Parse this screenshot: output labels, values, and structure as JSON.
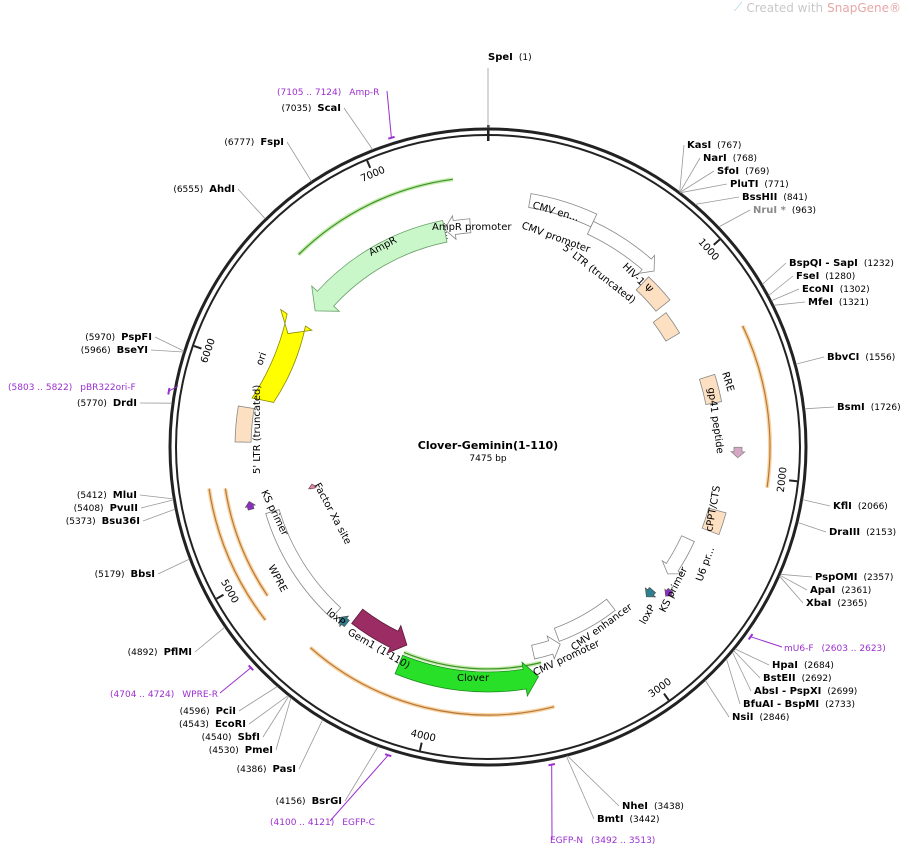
{
  "watermark": {
    "prefix": "Created with ",
    "brand": "SnapGene®"
  },
  "plasmid": {
    "name": "Clover-Geminin(1-110)",
    "length_label": "7475 bp",
    "length": 7475
  },
  "colors": {
    "primer": "#9b2fd0",
    "orange_glow": "#f5c98a",
    "green_glow": "#c8eeb0"
  },
  "ticks": [
    {
      "pos": 1000,
      "label": "1000"
    },
    {
      "pos": 2000,
      "label": "2000"
    },
    {
      "pos": 3000,
      "label": "3000"
    },
    {
      "pos": 4000,
      "label": "4000"
    },
    {
      "pos": 5000,
      "label": "5000"
    },
    {
      "pos": 6000,
      "label": "6000"
    },
    {
      "pos": 7000,
      "label": "7000"
    }
  ],
  "sites": [
    {
      "name": "SpeI",
      "pos_label": "(1)",
      "bp": 1
    },
    {
      "name": "KasI",
      "pos_label": "(767)",
      "bp": 767
    },
    {
      "name": "NarI",
      "pos_label": "(768)",
      "bp": 768
    },
    {
      "name": "SfoI",
      "pos_label": "(769)",
      "bp": 769
    },
    {
      "name": "PluTI",
      "pos_label": "(771)",
      "bp": 771
    },
    {
      "name": "BssHII",
      "pos_label": "(841)",
      "bp": 841
    },
    {
      "name": "NruI *",
      "pos_label": "(963)",
      "bp": 963,
      "style": "gray"
    },
    {
      "name": "BspQI - SapI",
      "pos_label": "(1232)",
      "bp": 1232
    },
    {
      "name": "FseI",
      "pos_label": "(1280)",
      "bp": 1280
    },
    {
      "name": "EcoNI",
      "pos_label": "(1302)",
      "bp": 1302
    },
    {
      "name": "MfeI",
      "pos_label": "(1321)",
      "bp": 1321
    },
    {
      "name": "BbvCI",
      "pos_label": "(1556)",
      "bp": 1556
    },
    {
      "name": "BsmI",
      "pos_label": "(1726)",
      "bp": 1726
    },
    {
      "name": "KflI",
      "pos_label": "(2066)",
      "bp": 2066
    },
    {
      "name": "DraIII",
      "pos_label": "(2153)",
      "bp": 2153
    },
    {
      "name": "PspOMI",
      "pos_label": "(2357)",
      "bp": 2357
    },
    {
      "name": "ApaI",
      "pos_label": "(2361)",
      "bp": 2361
    },
    {
      "name": "XbaI",
      "pos_label": "(2365)",
      "bp": 2365
    },
    {
      "name": "HpaI",
      "pos_label": "(2684)",
      "bp": 2684
    },
    {
      "name": "BstEII",
      "pos_label": "(2692)",
      "bp": 2692
    },
    {
      "name": "AbsI - PspXI",
      "pos_label": "(2699)",
      "bp": 2699
    },
    {
      "name": "BfuAI - BspMI",
      "pos_label": "(2733)",
      "bp": 2733
    },
    {
      "name": "NsiI",
      "pos_label": "(2846)",
      "bp": 2846
    },
    {
      "name": "NheI",
      "pos_label": "(3438)",
      "bp": 3438
    },
    {
      "name": "BmtI",
      "pos_label": "(3442)",
      "bp": 3442
    },
    {
      "name": "BsrGI",
      "pos_label": "(4156)",
      "bp": 4156
    },
    {
      "name": "PasI",
      "pos_label": "(4386)",
      "bp": 4386
    },
    {
      "name": "PmeI",
      "pos_label": "(4530)",
      "bp": 4530
    },
    {
      "name": "SbfI",
      "pos_label": "(4540)",
      "bp": 4540
    },
    {
      "name": "EcoRI",
      "pos_label": "(4543)",
      "bp": 4543
    },
    {
      "name": "PciI",
      "pos_label": "(4596)",
      "bp": 4596
    },
    {
      "name": "PflMI",
      "pos_label": "(4892)",
      "bp": 4892
    },
    {
      "name": "BbsI",
      "pos_label": "(5179)",
      "bp": 5179
    },
    {
      "name": "Bsu36I",
      "pos_label": "(5373)",
      "bp": 5373
    },
    {
      "name": "PvuII",
      "pos_label": "(5408)",
      "bp": 5408
    },
    {
      "name": "MluI",
      "pos_label": "(5412)",
      "bp": 5412
    },
    {
      "name": "DrdI",
      "pos_label": "(5770)",
      "bp": 5770
    },
    {
      "name": "BseYI",
      "pos_label": "(5966)",
      "bp": 5966
    },
    {
      "name": "PspFI",
      "pos_label": "(5970)",
      "bp": 5970
    },
    {
      "name": "AhdI",
      "pos_label": "(6555)",
      "bp": 6555
    },
    {
      "name": "FspI",
      "pos_label": "(6777)",
      "bp": 6777
    },
    {
      "name": "ScaI",
      "pos_label": "(7035)",
      "bp": 7035
    }
  ],
  "primers": [
    {
      "name": "Amp-R",
      "range_label": "(7105 .. 7124)",
      "bp": 7115
    },
    {
      "name": "mU6-F",
      "range_label": "(2603 .. 2623)",
      "bp": 2613
    },
    {
      "name": "EGFP-N",
      "range_label": "(3492 .. 3513)",
      "bp": 3502
    },
    {
      "name": "EGFP-C",
      "range_label": "(4100 .. 4121)",
      "bp": 4110
    },
    {
      "name": "WPRE-R",
      "range_label": "(4704 .. 4724)",
      "bp": 4714
    },
    {
      "name": "pBR322ori-F",
      "range_label": "(5803 .. 5822)",
      "bp": 5812
    }
  ],
  "features": [
    {
      "label": "CMV en..."
    },
    {
      "label": "CMV promoter"
    },
    {
      "label": "5' LTR (truncated)"
    },
    {
      "label": "HIV-1 Ψ"
    },
    {
      "label": "RRE"
    },
    {
      "label": "gp41 peptide"
    },
    {
      "label": "cPPT/CTS"
    },
    {
      "label": "U6 pr..."
    },
    {
      "label": "KS primer"
    },
    {
      "label": "loxP"
    },
    {
      "label": "CMV enhancer"
    },
    {
      "label": "CMV promoter"
    },
    {
      "label": "Clover"
    },
    {
      "label": "Gem1 (1-110)"
    },
    {
      "label": "loxP"
    },
    {
      "label": "WPRE"
    },
    {
      "label": "KS primer"
    },
    {
      "label": "Factor Xa site"
    },
    {
      "label": "5' LTR (truncated)"
    },
    {
      "label": "ori"
    },
    {
      "label": "AmpR"
    },
    {
      "label": "AmpR promoter"
    }
  ]
}
